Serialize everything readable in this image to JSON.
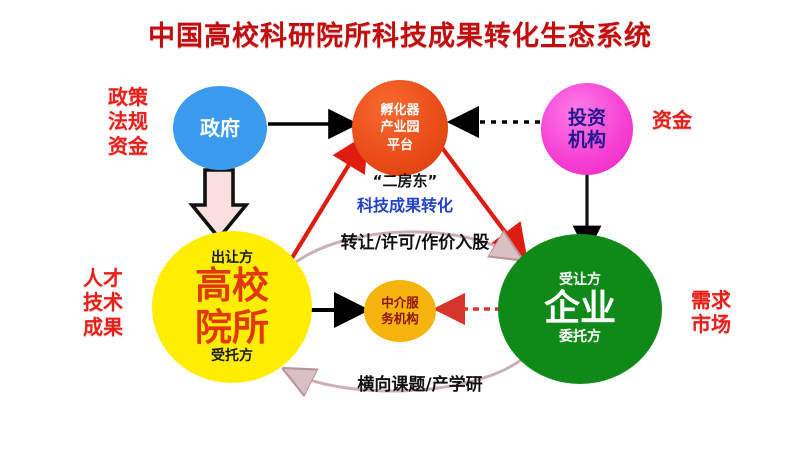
{
  "title": "中国高校科研院所科技成果转化生态系统",
  "nodes": {
    "government": {
      "label": "政府",
      "color": "#3a9bee"
    },
    "incubator": {
      "line1": "孵化器",
      "line2": "产业园",
      "line3": "平台",
      "color": "#ea4d18"
    },
    "investor": {
      "line1": "投资",
      "line2": "机构",
      "color": "#f53ed2"
    },
    "university": {
      "top": "出让方",
      "main1": "高校",
      "main2": "院所",
      "bottom": "受托方",
      "color": "#ffee00"
    },
    "enterprise": {
      "top": "受让方",
      "main": "企业",
      "bottom": "委托方",
      "color": "#0f8a18"
    },
    "agency": {
      "line1": "中介服",
      "line2": "务机构",
      "color": "#f5b40c"
    }
  },
  "side_labels": {
    "policy": "政策\n法规\n资金",
    "policy_lines": [
      "政策",
      "法规",
      "资金"
    ],
    "funds": "资金",
    "talent_lines": [
      "人才",
      "技术",
      "成果"
    ],
    "market_lines": [
      "需求",
      "市场"
    ]
  },
  "edge_labels": {
    "sub_landlord": "“二房东”",
    "tech_transform": "科技成果转化",
    "transfer": "转让/许可/作价入股",
    "horizontal": "横向课题/产学研"
  },
  "edges": [
    {
      "from": "government",
      "to": "incubator",
      "style": "solid-black"
    },
    {
      "from": "investor",
      "to": "incubator",
      "style": "dotted-black"
    },
    {
      "from": "government",
      "to": "university",
      "style": "block-arrow-down"
    },
    {
      "from": "investor",
      "to": "enterprise",
      "style": "solid-black"
    },
    {
      "from": "university",
      "to": "incubator",
      "style": "solid-red"
    },
    {
      "from": "incubator",
      "to": "enterprise",
      "style": "solid-red"
    },
    {
      "from": "university",
      "to": "enterprise",
      "style": "curved-arc-right"
    },
    {
      "from": "enterprise",
      "to": "university",
      "style": "curved-arc-left"
    },
    {
      "from": "university",
      "to": "agency",
      "style": "solid-black"
    },
    {
      "from": "enterprise",
      "to": "agency",
      "style": "dashed-red"
    }
  ],
  "colors": {
    "title": "#c00d0d",
    "red_accent": "#e4201a",
    "blue_text": "#2342c8",
    "arc": "#c8a0a8"
  }
}
